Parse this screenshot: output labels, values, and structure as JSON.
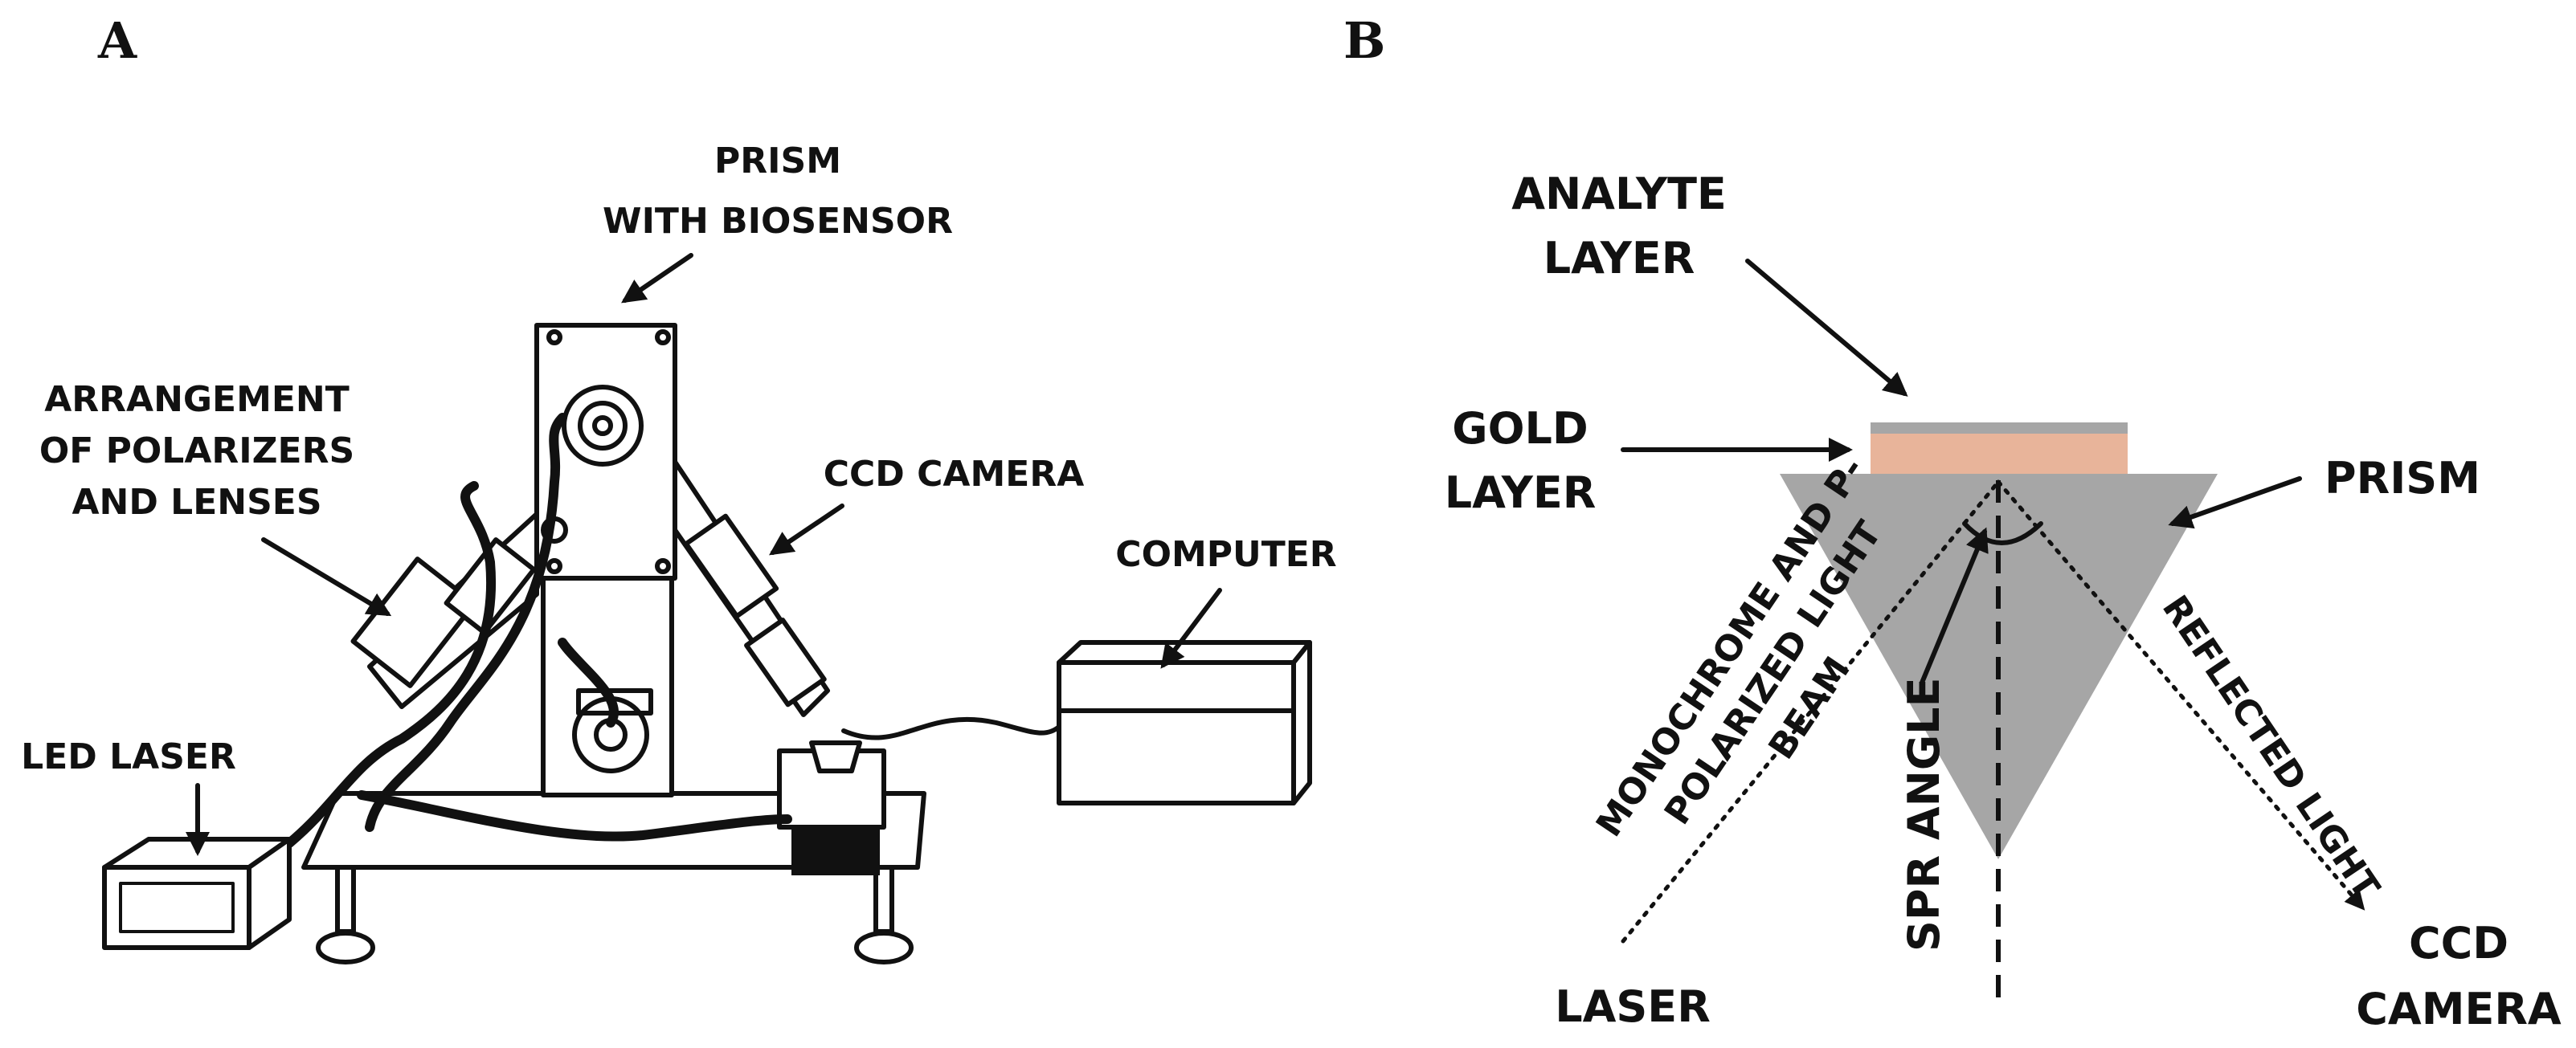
{
  "panels": {
    "a": {
      "letter": "A",
      "labels": {
        "prism_line1": "PRISM",
        "prism_line2": "WITH BIOSENSOR",
        "arrangement_line1": "ARRANGEMENT",
        "arrangement_line2": "OF POLARIZERS",
        "arrangement_line3": "AND LENSES",
        "ccd_camera": "CCD CAMERA",
        "computer": "COMPUTER",
        "led_laser": "LED LASER"
      }
    },
    "b": {
      "letter": "B",
      "labels": {
        "analyte_line1": "ANALYTE",
        "analyte_line2": "LAYER",
        "gold_line1": "GOLD",
        "gold_line2": "LAYER",
        "prism": "PRISM",
        "beam_line1": "MONOCHROME AND P-",
        "beam_line2": "POLARIZED LIGHT",
        "beam_line3": "BEAM",
        "spr_angle": "SPR ANGLE",
        "reflected_light": "REFLECTED LIGHT",
        "laser": "LASER",
        "ccd_line1": "CCD",
        "ccd_line2": "CAMERA"
      },
      "colors": {
        "prism_fill": "#a6a6a6",
        "gold_fill": "#e8b49a",
        "analyte_fill": "#a6a6a6"
      }
    }
  }
}
